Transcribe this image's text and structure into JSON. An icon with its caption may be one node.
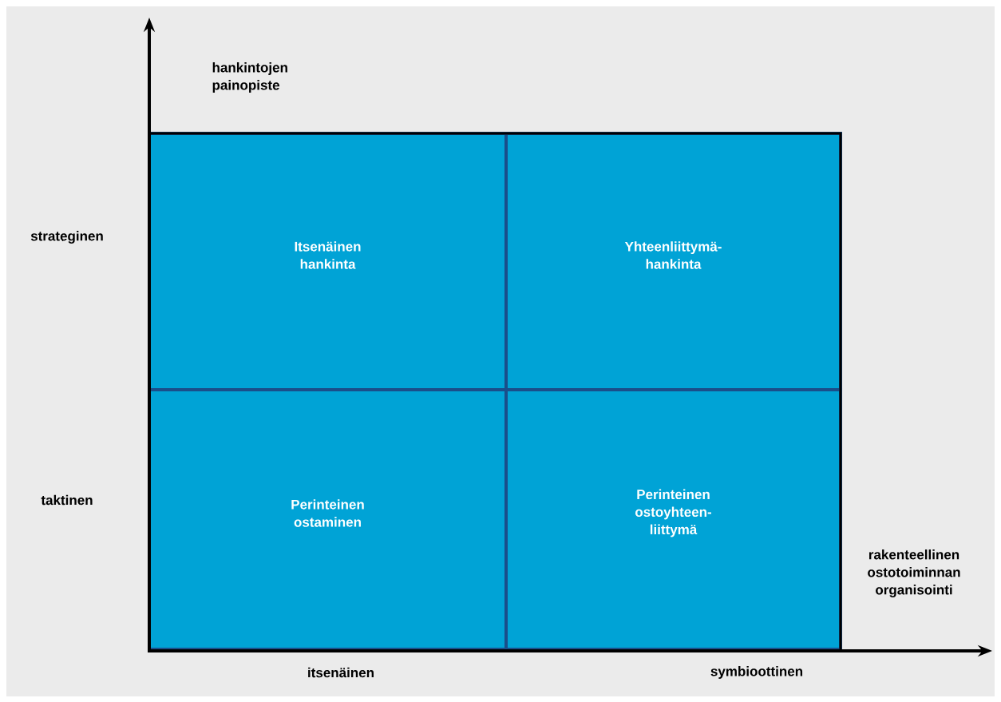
{
  "diagram": {
    "nodes": [
      {
        "text": [
          "Itsenäinen hankinta"
        ]
      },
      {
        "text": [
          "Yhteenliittymä-hankinta"
        ]
      },
      {
        "text": [
          "Perinteinen ostaminen"
        ]
      },
      {
        "text": [
          "Perinteinen ostoyhteen-liittymä"
        ]
      }
    ],
    "labels": [
      "hankintojen painopiste",
      "strateginen",
      "taktinen",
      "rakenteellinen ostotoiminnan organisointi",
      "itsenäinen",
      "symbioottinen"
    ]
  }
}
